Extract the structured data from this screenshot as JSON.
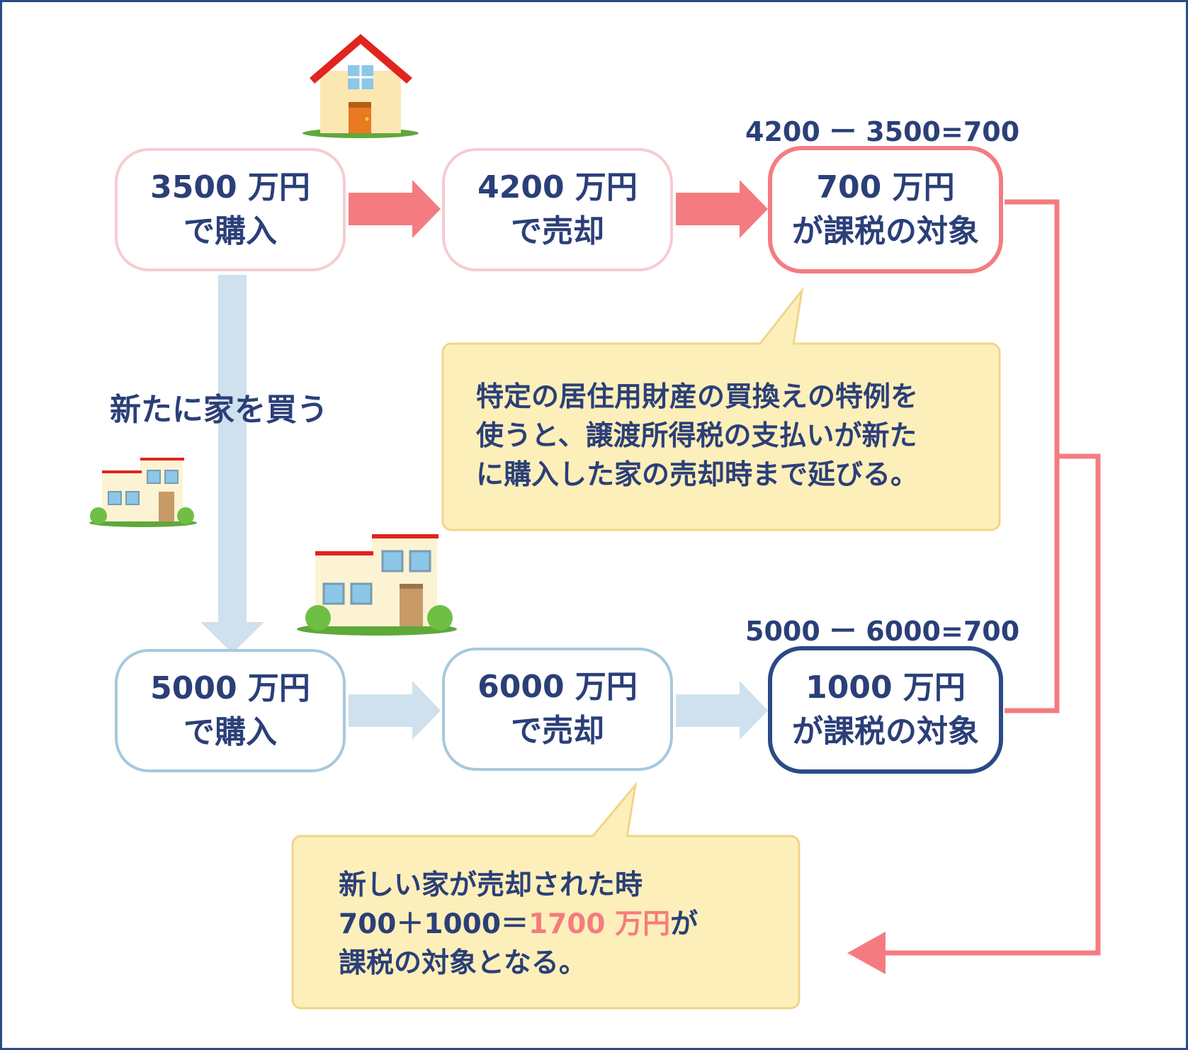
{
  "colors": {
    "navy": "#2b3f78",
    "frame": "#2b4a86",
    "pink_accent": "#f47c80",
    "pink_light": "#f6ccd0",
    "blue_light": "#a7c8dd",
    "note_fill": "#fdefb9",
    "note_border": "#f2d58a"
  },
  "top_row": {
    "calc": "4200 ー 3500=700",
    "boxes": [
      {
        "line1": "3500 万円",
        "line2": "で購入"
      },
      {
        "line1": "4200 万円",
        "line2": "で売却"
      },
      {
        "line1": "700 万円",
        "line2": "が課税の対象"
      }
    ]
  },
  "bottom_row": {
    "calc": "5000 ー 6000=700",
    "boxes": [
      {
        "line1": "5000 万円",
        "line2": "で購入"
      },
      {
        "line1": "6000 万円",
        "line2": "で売却"
      },
      {
        "line1": "1000 万円",
        "line2": "が課税の対象"
      }
    ]
  },
  "side_label": "新たに家を買う",
  "note_top": {
    "lines": [
      "特定の居住用財産の買換えの特例を",
      "使うと、譲渡所得税の支払いが新た",
      "に購入した家の売却時まで延びる。"
    ]
  },
  "note_bottom": {
    "line1": "新しい家が売却された時",
    "line2_pre": "700＋1000＝",
    "line2_highlight": "1700 万円",
    "line2_post": "が",
    "line3": "課税の対象となる。"
  },
  "icons": [
    "house-icon",
    "small-building-icon",
    "building-icon"
  ]
}
